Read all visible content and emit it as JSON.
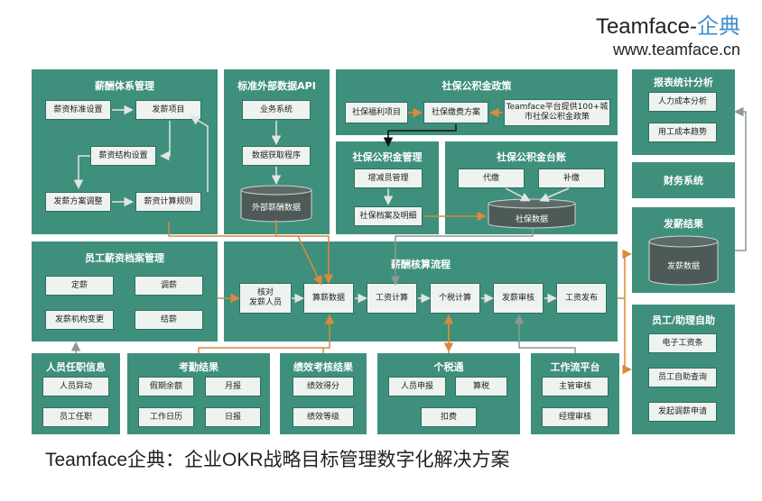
{
  "brand": {
    "name": "Teamface-",
    "name_cn": "企典",
    "url": "www.teamface.cn"
  },
  "footer": {
    "caption": "Teamface企典：企业OKR战略目标管理数字化解决方案"
  },
  "panels": {
    "salary_system": {
      "title": "薪酬体系管理",
      "items": [
        "薪资标准设置",
        "发薪项目",
        "薪资结构设置",
        "发薪方案调整",
        "薪资计算规则"
      ]
    },
    "external_api": {
      "title": "标准外部数据API",
      "items": [
        "业务系统",
        "数据获取程序",
        "外部薪酬数据"
      ]
    },
    "social_policy": {
      "title": "社保公积金政策",
      "items": [
        "社保福利项目",
        "社保缴费方案",
        "Teamface平台提供100+城市社保公积金政策"
      ]
    },
    "social_mgmt": {
      "title": "社保公积金管理",
      "items": [
        "增减员管理",
        "社保档案及明细"
      ]
    },
    "social_ledger": {
      "title": "社保公积金台账",
      "items": [
        "代缴",
        "补缴",
        "社保数据"
      ]
    },
    "report": {
      "title": "报表统计分析",
      "items": [
        "人力成本分析",
        "用工成本趋势"
      ]
    },
    "finance": {
      "title": "财务系统"
    },
    "pay_result": {
      "title": "发薪结果",
      "items": [
        "发薪数据"
      ]
    },
    "archive": {
      "title": "员工薪资档案管理",
      "items": [
        "定薪",
        "调薪",
        "发薪机构变更",
        "结薪"
      ]
    },
    "process": {
      "title": "薪酬核算流程",
      "items": [
        "核对\n发薪人员",
        "算薪数据",
        "工资计算",
        "个税计算",
        "发薪审核",
        "工资发布"
      ]
    },
    "self_service": {
      "title": "员工/助理自助",
      "items": [
        "电子工资条",
        "员工自助查询",
        "发起调薪申请"
      ]
    },
    "personnel": {
      "title": "人员任职信息",
      "items": [
        "人员异动",
        "员工任职"
      ]
    },
    "attendance": {
      "title": "考勤结果",
      "items": [
        "假期余额",
        "月报",
        "工作日历",
        "日报"
      ]
    },
    "performance": {
      "title": "绩效考核结果",
      "items": [
        "绩效得分",
        "绩效等级"
      ]
    },
    "tax": {
      "title": "个税通",
      "items": [
        "人员申报",
        "算税",
        "扣费"
      ]
    },
    "workflow": {
      "title": "工作流平台",
      "items": [
        "主管审核",
        "经理审核"
      ]
    }
  },
  "colors": {
    "panel": "#3f8f7d",
    "box": "#eef3f0",
    "arrow_orange": "#d98a3a",
    "arrow_gray": "#8a9a96",
    "arrow_black": "#111111"
  }
}
